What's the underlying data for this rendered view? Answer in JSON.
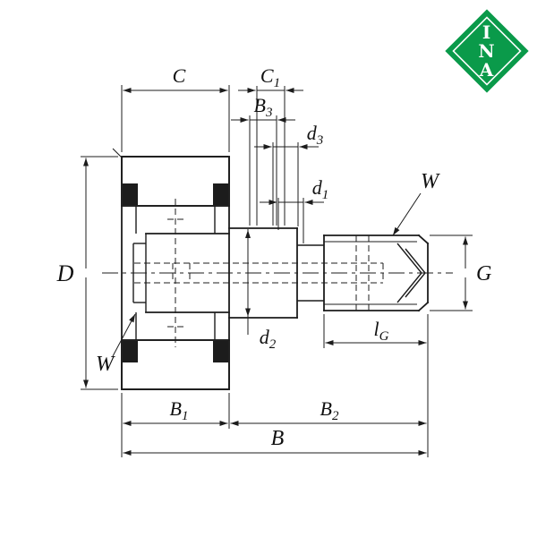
{
  "logo": {
    "letters": [
      "I",
      "N",
      "A"
    ]
  },
  "colors": {
    "logo_green": "#0a9a4a",
    "line": "#1c1c1c",
    "background": "#ffffff"
  },
  "dimensions": {
    "C": {
      "base": "C",
      "sub": ""
    },
    "C1": {
      "base": "C",
      "sub": "1"
    },
    "B3": {
      "base": "B",
      "sub": "3"
    },
    "d3": {
      "base": "d",
      "sub": "3"
    },
    "d1": {
      "base": "d",
      "sub": "1"
    },
    "W_upper": {
      "base": "W",
      "sub": ""
    },
    "D": {
      "base": "D",
      "sub": ""
    },
    "G": {
      "base": "G",
      "sub": ""
    },
    "d2": {
      "base": "d",
      "sub": "2"
    },
    "lG": {
      "base": "l",
      "sub": "G"
    },
    "W_lower": {
      "base": "W",
      "sub": ""
    },
    "B1": {
      "base": "B",
      "sub": "1"
    },
    "B2": {
      "base": "B",
      "sub": "2"
    },
    "B": {
      "base": "B",
      "sub": ""
    }
  }
}
